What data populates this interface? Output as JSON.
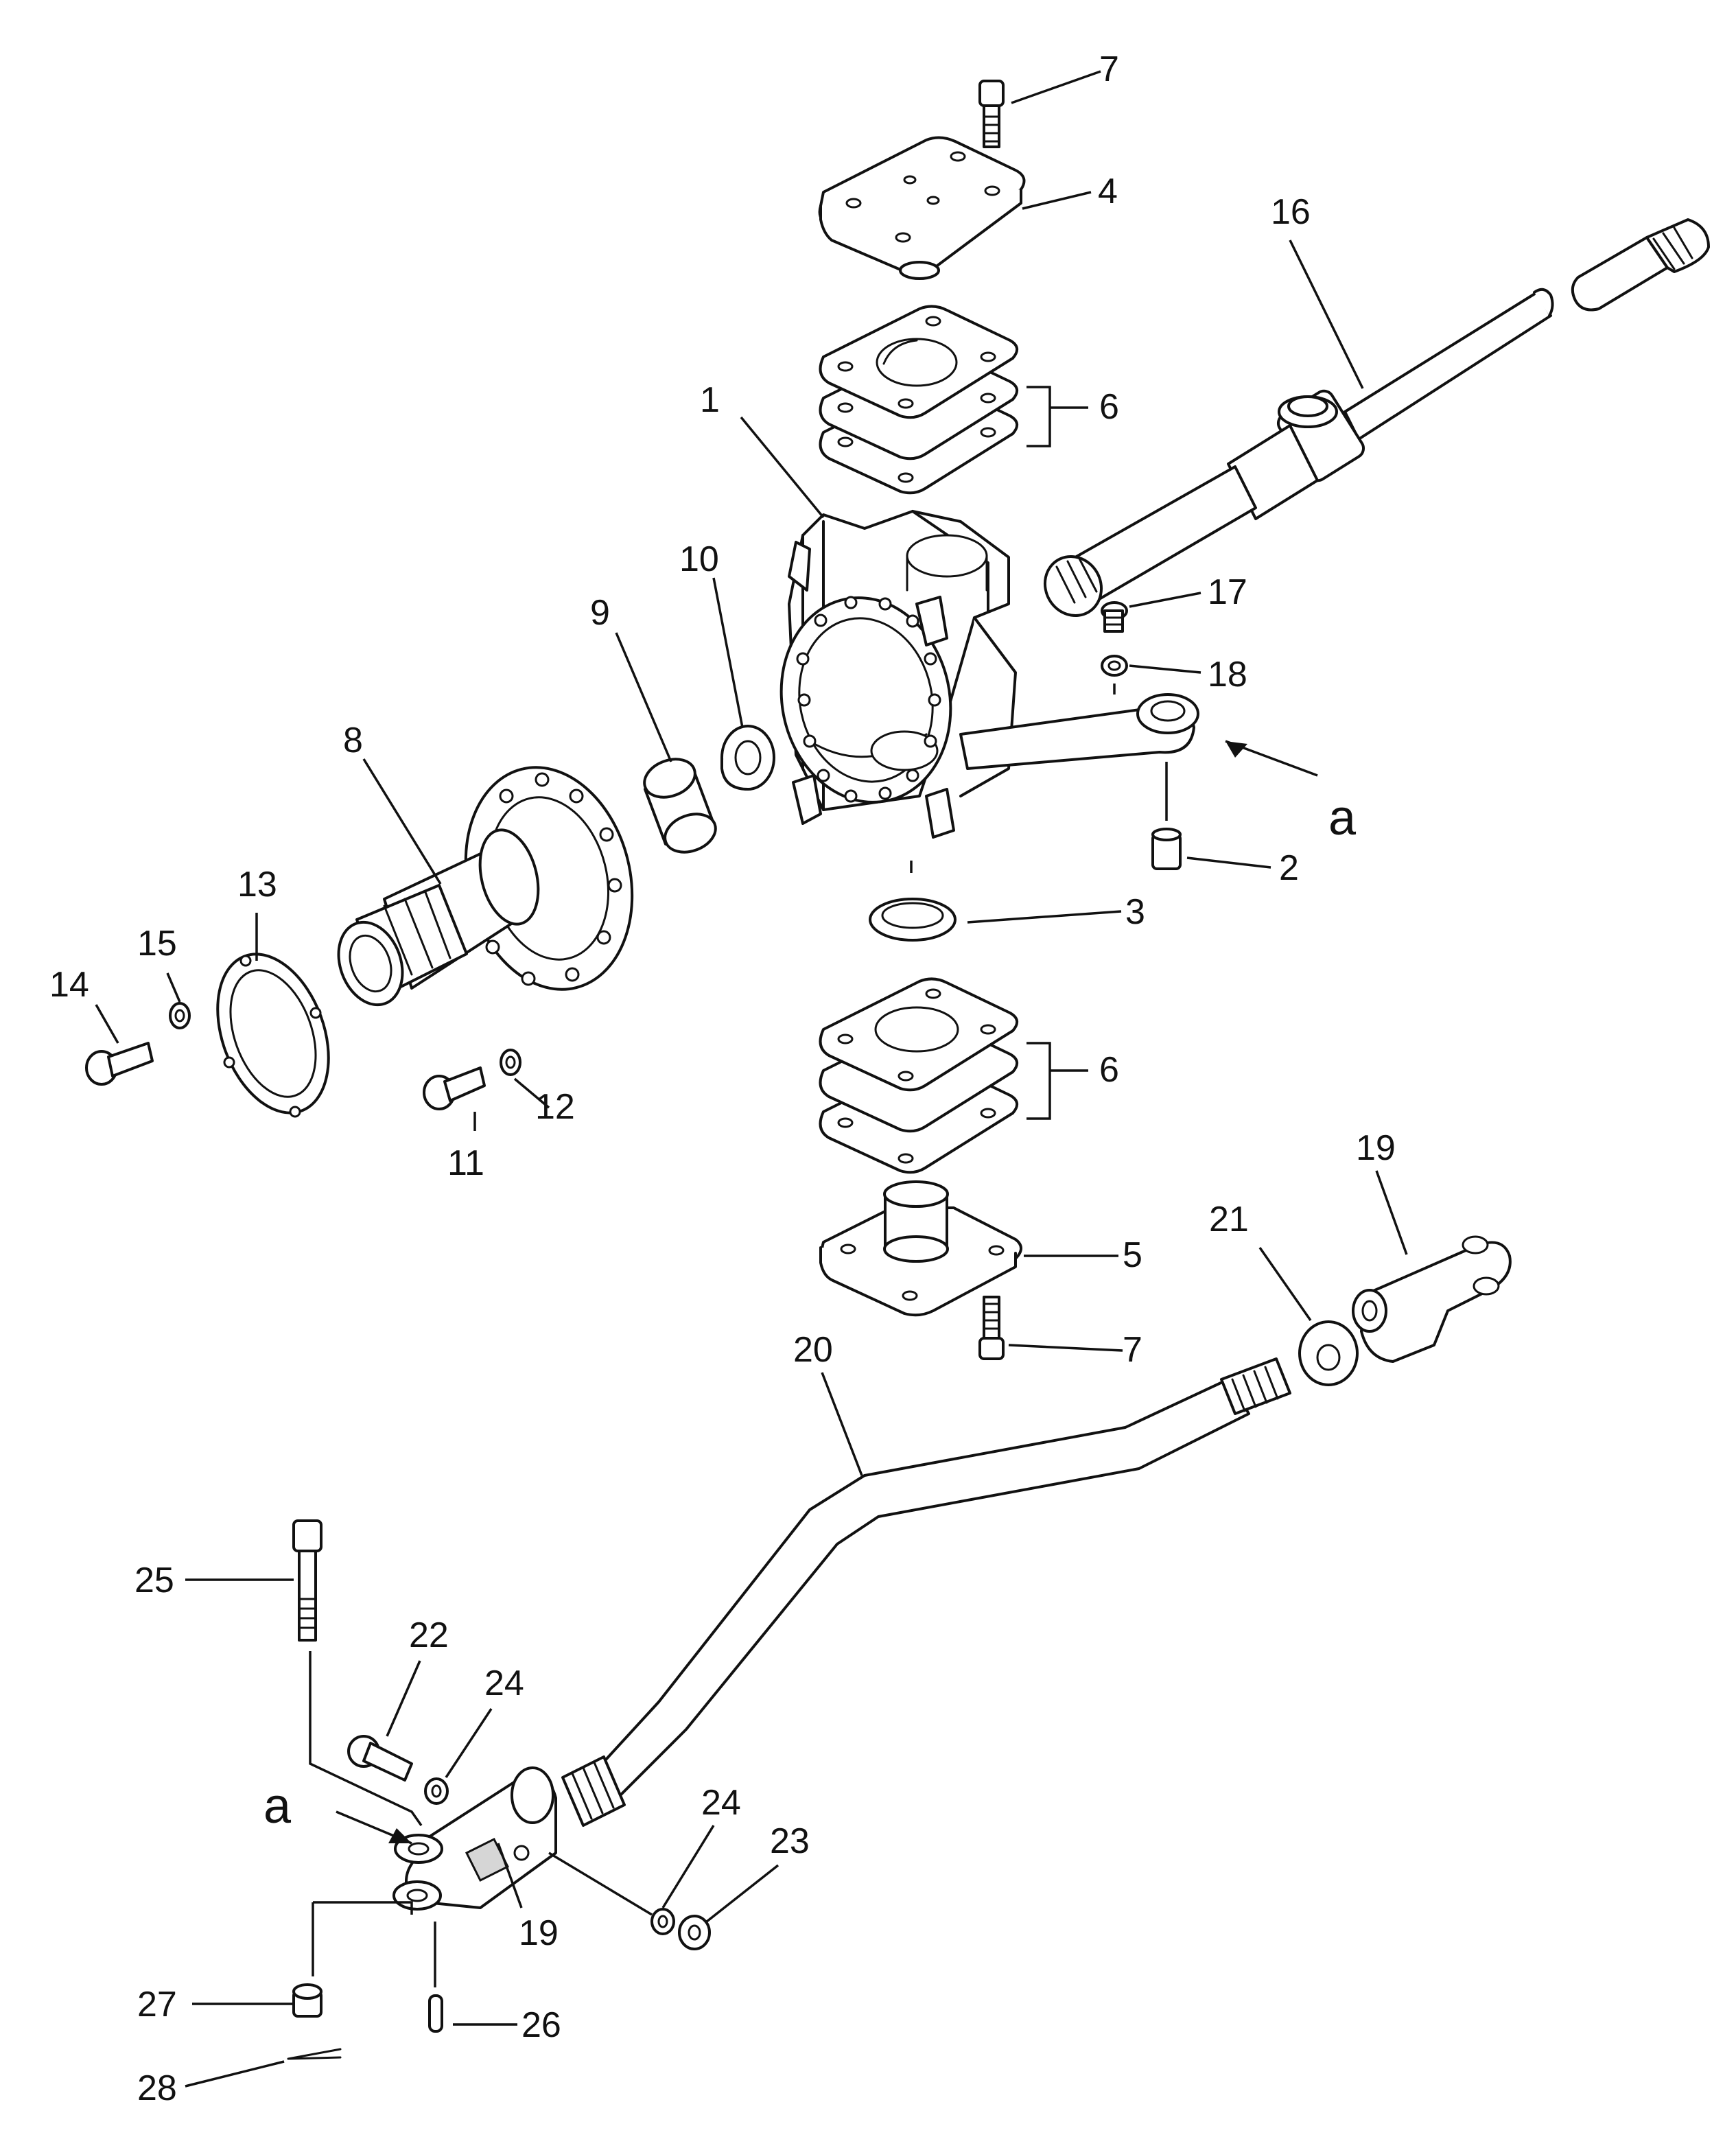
{
  "callouts": {
    "c1": "1",
    "c2": "2",
    "c3": "3",
    "c4": "4",
    "c5": "5",
    "c6a": "6",
    "c6b": "6",
    "c7a": "7",
    "c7b": "7",
    "c8": "8",
    "c9": "9",
    "c10": "10",
    "c11": "11",
    "c12": "12",
    "c13": "13",
    "c14": "14",
    "c15": "15",
    "c16": "16",
    "c17": "17",
    "c18": "18",
    "c19a": "19",
    "c19b": "19",
    "c20": "20",
    "c21": "21",
    "c22": "22",
    "c23": "23",
    "c24a": "24",
    "c24b": "24",
    "c25": "25",
    "c26": "26",
    "c27": "27",
    "c28": "28"
  },
  "view_marks": {
    "a_right": "a",
    "a_left": "a"
  },
  "colors": {
    "line": "#111111",
    "paper": "#ffffff",
    "shade": "#d6d6d6"
  }
}
